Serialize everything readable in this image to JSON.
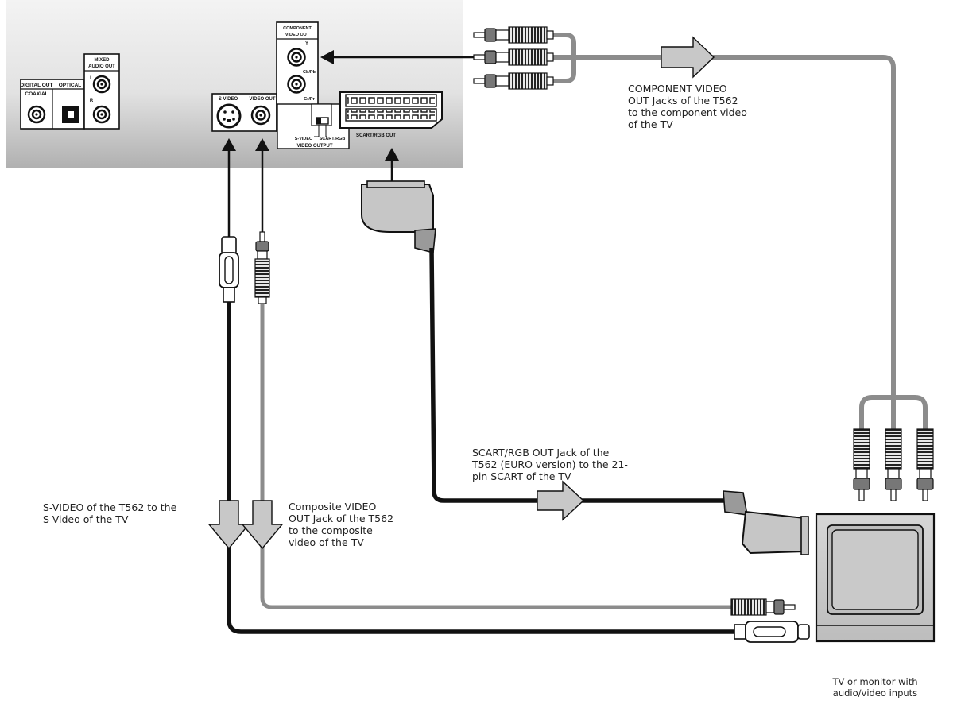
{
  "panel": {
    "digital_out": "DIGITAL OUT",
    "coaxial": "COAXIAL",
    "optical": "OPTICAL",
    "mixed_audio_out_l1": "MIXED",
    "mixed_audio_out_l2": "AUDIO OUT",
    "audio_l": "L",
    "audio_r": "R",
    "s_video": "S VIDEO",
    "video_out": "VIDEO OUT",
    "component_l1": "COMPONENT",
    "component_l2": "VIDEO OUT",
    "y": "Y",
    "cb_pb": "Cb/Pb",
    "cr_pr": "Cr/Pr",
    "switch_s_video": "S-VIDEO",
    "switch_scart_rgb": "SCART/RGB",
    "video_output": "VIDEO OUTPUT",
    "scart_rgb_out": "SCART/RGB OUT"
  },
  "captions": {
    "component": [
      "COMPONENT VIDEO",
      "OUT Jacks of the T562",
      "to the component video",
      "of the TV"
    ],
    "scart": [
      "SCART/RGB OUT Jack of the",
      "T562 (EURO version) to the 21-",
      "pin SCART of the TV"
    ],
    "svideo": [
      "S-VIDEO of the T562 to the",
      "S-Video of the TV"
    ],
    "composite": [
      "Composite VIDEO",
      "OUT Jack of the T562",
      "to the composite",
      "video of the TV"
    ],
    "tv": [
      "TV or monitor with",
      "audio/video inputs"
    ]
  },
  "colors": {
    "panel_top": "#f2f2f2",
    "panel_bottom": "#b4b4b4",
    "black_cable": "#111111",
    "grey_cable": "#8c8c8c",
    "arrow_fill": "#c8c8c8"
  }
}
